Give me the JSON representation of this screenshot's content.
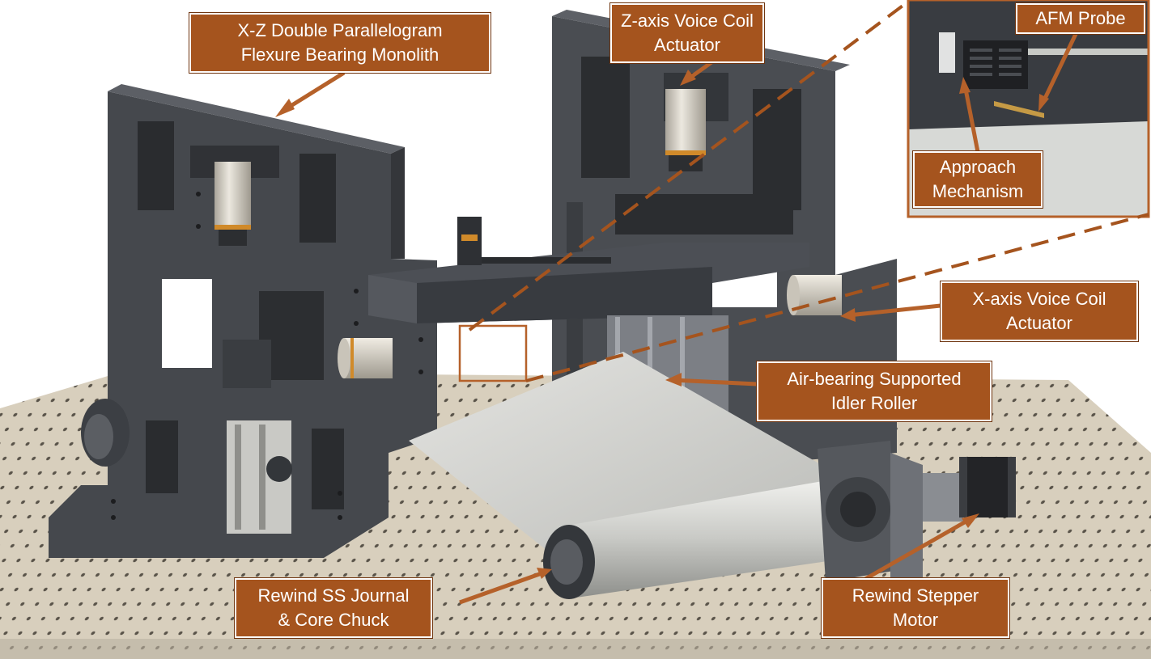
{
  "colors": {
    "callout_fill": "#a5541e",
    "arrow": "#b5612a",
    "frame": "#43464b",
    "web": "#d2d3d0",
    "table": "#d6cdbb"
  },
  "labels": {
    "monolith": [
      "X-Z Double Parallelogram",
      "Flexure Bearing Monolith"
    ],
    "z_actuator": [
      "Z-axis Voice Coil",
      "Actuator"
    ],
    "afm_probe": [
      "AFM Probe"
    ],
    "approach": [
      "Approach",
      "Mechanism"
    ],
    "x_actuator": [
      "X-axis Voice Coil",
      "Actuator"
    ],
    "idler": [
      "Air-bearing Supported",
      "Idler Roller"
    ],
    "journal": [
      "Rewind SS Journal",
      "& Core Chuck"
    ],
    "stepper": [
      "Rewind Stepper",
      "Motor"
    ]
  }
}
